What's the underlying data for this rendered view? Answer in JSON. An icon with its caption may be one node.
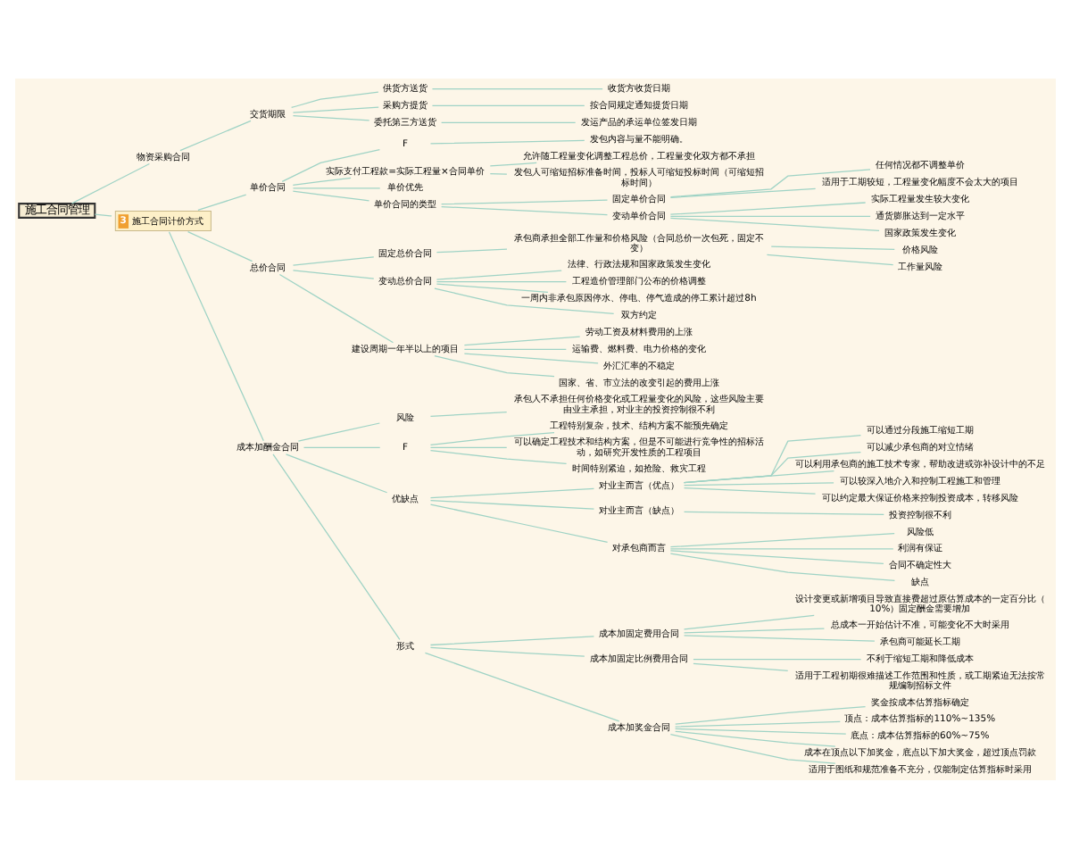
{
  "diagram": {
    "nodes": [
      {
        "text": [
          "施工合同管理"
        ]
      },
      {
        "text": [
          "物资采购合同"
        ]
      },
      {
        "text": [
          "交货期限"
        ]
      },
      {
        "text": [
          "供货方送货"
        ]
      },
      {
        "text": [
          "收货方收货日期"
        ]
      },
      {
        "text": [
          "采购方提货"
        ]
      },
      {
        "text": [
          "按合同规定通知提货日期"
        ]
      },
      {
        "text": [
          "委托第三方送货"
        ]
      },
      {
        "text": [
          "发运产品的承运单位签发日期"
        ]
      },
      {
        "text": [
          "3",
          "施工合同计价方式"
        ]
      },
      {
        "text": [
          "单价合同"
        ]
      },
      {
        "text": [
          "F"
        ]
      },
      {
        "text": [
          "发包内容与量不能明确。"
        ]
      },
      {
        "text": [
          "实际支付工程款=实际工程量×合同单价"
        ]
      },
      {
        "text": [
          "允许随工程量变化调整工程总价，工程量变化双方都不承担"
        ]
      },
      {
        "text": [
          "发包人可缩短招标准备时间，投标人可缩短投标时间（可缩短招标时间）"
        ]
      },
      {
        "text": [
          "单价优先"
        ]
      },
      {
        "text": [
          "单价合同的类型"
        ]
      },
      {
        "text": [
          "固定单价合同"
        ]
      },
      {
        "text": [
          "任何情况都不调整单价"
        ]
      },
      {
        "text": [
          "适用于工期较短，工程量变化幅度不会太大的项目"
        ]
      },
      {
        "text": [
          "变动单价合同"
        ]
      },
      {
        "text": [
          "实际工程量发生较大变化"
        ]
      },
      {
        "text": [
          "通货膨胀达到一定水平"
        ]
      },
      {
        "text": [
          "国家政策发生变化"
        ]
      },
      {
        "text": [
          "总价合同"
        ]
      },
      {
        "text": [
          "固定总价合同"
        ]
      },
      {
        "text": [
          "承包商承担全部工作量和价格风险（合同总价一次包死，固定不变）"
        ]
      },
      {
        "text": [
          "价格风险"
        ]
      },
      {
        "text": [
          "工作量风险"
        ]
      },
      {
        "text": [
          "变动总价合同"
        ]
      },
      {
        "text": [
          "法律、行政法规和国家政策发生变化"
        ]
      },
      {
        "text": [
          "工程造价管理部门公布的价格调整"
        ]
      },
      {
        "text": [
          "一周内非承包原因停水、停电、停气造成的停工累计超过8h"
        ]
      },
      {
        "text": [
          "双方约定"
        ]
      },
      {
        "text": [
          "建设周期一年半以上的项目"
        ]
      },
      {
        "text": [
          "劳动工资及材料费用的上涨"
        ]
      },
      {
        "text": [
          "运输费、燃料费、电力价格的变化"
        ]
      },
      {
        "text": [
          "外汇汇率的不稳定"
        ]
      },
      {
        "text": [
          "国家、省、市立法的改变引起的费用上涨"
        ]
      },
      {
        "text": [
          "成本加酬金合同"
        ]
      },
      {
        "text": [
          "风险"
        ]
      },
      {
        "text": [
          "承包人不承担任何价格变化或工程量变化的风险，这些风险主要由业主承担，对业主的投资控制很不利"
        ]
      },
      {
        "text": [
          "F"
        ]
      },
      {
        "text": [
          "工程特别复杂，技术、结构方案不能预先确定"
        ]
      },
      {
        "text": [
          "可以确定工程技术和结构方案，但是不可能进行竞争性的招标活动，如研究开发性质的工程项目"
        ]
      },
      {
        "text": [
          "时间特别紧迫，如抢险、救灾工程"
        ]
      },
      {
        "text": [
          "优缺点"
        ]
      },
      {
        "text": [
          "对业主而言（优点）"
        ]
      },
      {
        "text": [
          "可以通过分段施工缩短工期"
        ]
      },
      {
        "text": [
          "可以减少承包商的对立情绪"
        ]
      },
      {
        "text": [
          "可以利用承包商的施工技术专家，帮助改进或弥补设计中的不足"
        ]
      },
      {
        "text": [
          "可以较深入地介入和控制工程施工和管理"
        ]
      },
      {
        "text": [
          "可以约定最大保证价格来控制投资成本，转移风险"
        ]
      },
      {
        "text": [
          "对业主而言（缺点）"
        ]
      },
      {
        "text": [
          "投资控制很不利"
        ]
      },
      {
        "text": [
          "对承包商而言"
        ]
      },
      {
        "text": [
          "风险低"
        ]
      },
      {
        "text": [
          "利润有保证"
        ]
      },
      {
        "text": [
          "合同不确定性大"
        ]
      },
      {
        "text": [
          "缺点"
        ]
      },
      {
        "text": [
          "形式"
        ]
      },
      {
        "text": [
          "成本加固定费用合同"
        ]
      },
      {
        "text": [
          "设计变更或新增项目导致直接费超过原估算成本的一定百分比（10%）固定酬金需要增加"
        ]
      },
      {
        "text": [
          "总成本一开始估计不准，可能变化不大时采用"
        ]
      },
      {
        "text": [
          "承包商可能延长工期"
        ]
      },
      {
        "text": [
          "成本加固定比例费用合同"
        ]
      },
      {
        "text": [
          "不利于缩短工期和降低成本"
        ]
      },
      {
        "text": [
          "适用于工程初期很难描述工作范围和性质，或工期紧迫无法按常规编制招标文件"
        ]
      },
      {
        "text": [
          "成本加奖金合同"
        ]
      },
      {
        "text": [
          "奖金按成本估算指标确定"
        ]
      },
      {
        "text": [
          "顶点：成本估算指标的110%~135%"
        ]
      },
      {
        "text": [
          "底点：成本估算指标的60%~75%"
        ]
      },
      {
        "text": [
          "成本在顶点以下加奖金，底点以下加大奖金，超过顶点罚款"
        ]
      },
      {
        "text": [
          "适用于图纸和规范准备不充分，仅能制定估算指标时采用"
        ]
      }
    ],
    "edges": [
      {
        "from": 0,
        "to": 1,
        "arrow": "none"
      },
      {
        "from": 1,
        "to": 2,
        "arrow": "none"
      },
      {
        "from": 2,
        "to": 3,
        "arrow": "none"
      },
      {
        "from": 3,
        "to": 4,
        "arrow": "none"
      },
      {
        "from": 2,
        "to": 5,
        "arrow": "none"
      },
      {
        "from": 5,
        "to": 6,
        "arrow": "none"
      },
      {
        "from": 2,
        "to": 7,
        "arrow": "none"
      },
      {
        "from": 7,
        "to": 8,
        "arrow": "none"
      },
      {
        "from": 0,
        "to": 9,
        "arrow": "none"
      },
      {
        "from": 9,
        "to": 10,
        "arrow": "none"
      },
      {
        "from": 10,
        "to": 11,
        "arrow": "none"
      },
      {
        "from": 11,
        "to": 12,
        "arrow": "none"
      },
      {
        "from": 10,
        "to": 13,
        "arrow": "none"
      },
      {
        "from": 13,
        "to": 14,
        "arrow": "none"
      },
      {
        "from": 13,
        "to": 15,
        "arrow": "none"
      },
      {
        "from": 10,
        "to": 16,
        "arrow": "none"
      },
      {
        "from": 10,
        "to": 17,
        "arrow": "none"
      },
      {
        "from": 17,
        "to": 18,
        "arrow": "none"
      },
      {
        "from": 18,
        "to": 19,
        "arrow": "none"
      },
      {
        "from": 18,
        "to": 20,
        "arrow": "none"
      },
      {
        "from": 17,
        "to": 21,
        "arrow": "none"
      },
      {
        "from": 21,
        "to": 22,
        "arrow": "none"
      },
      {
        "from": 21,
        "to": 23,
        "arrow": "none"
      },
      {
        "from": 21,
        "to": 24,
        "arrow": "none"
      },
      {
        "from": 9,
        "to": 25,
        "arrow": "none"
      },
      {
        "from": 25,
        "to": 26,
        "arrow": "none"
      },
      {
        "from": 26,
        "to": 27,
        "arrow": "none"
      },
      {
        "from": 27,
        "to": 28,
        "arrow": "none"
      },
      {
        "from": 27,
        "to": 29,
        "arrow": "none"
      },
      {
        "from": 25,
        "to": 30,
        "arrow": "none"
      },
      {
        "from": 30,
        "to": 31,
        "arrow": "none"
      },
      {
        "from": 30,
        "to": 32,
        "arrow": "none"
      },
      {
        "from": 30,
        "to": 33,
        "arrow": "none"
      },
      {
        "from": 30,
        "to": 34,
        "arrow": "none"
      },
      {
        "from": 25,
        "to": 35,
        "arrow": "none"
      },
      {
        "from": 35,
        "to": 36,
        "arrow": "none"
      },
      {
        "from": 35,
        "to": 37,
        "arrow": "none"
      },
      {
        "from": 35,
        "to": 38,
        "arrow": "none"
      },
      {
        "from": 35,
        "to": 39,
        "arrow": "none"
      },
      {
        "from": 9,
        "to": 40,
        "arrow": "none"
      },
      {
        "from": 40,
        "to": 41,
        "arrow": "none"
      },
      {
        "from": 41,
        "to": 42,
        "arrow": "none"
      },
      {
        "from": 40,
        "to": 43,
        "arrow": "none"
      },
      {
        "from": 43,
        "to": 44,
        "arrow": "none"
      },
      {
        "from": 43,
        "to": 45,
        "arrow": "none"
      },
      {
        "from": 43,
        "to": 46,
        "arrow": "none"
      },
      {
        "from": 40,
        "to": 47,
        "arrow": "none"
      },
      {
        "from": 47,
        "to": 48,
        "arrow": "none"
      },
      {
        "from": 48,
        "to": 49,
        "arrow": "none"
      },
      {
        "from": 48,
        "to": 50,
        "arrow": "none"
      },
      {
        "from": 48,
        "to": 51,
        "arrow": "none"
      },
      {
        "from": 48,
        "to": 52,
        "arrow": "none"
      },
      {
        "from": 48,
        "to": 53,
        "arrow": "none"
      },
      {
        "from": 47,
        "to": 54,
        "arrow": "none"
      },
      {
        "from": 54,
        "to": 55,
        "arrow": "none"
      },
      {
        "from": 47,
        "to": 56,
        "arrow": "none"
      },
      {
        "from": 56,
        "to": 57,
        "arrow": "none"
      },
      {
        "from": 56,
        "to": 58,
        "arrow": "none"
      },
      {
        "from": 56,
        "to": 59,
        "arrow": "none"
      },
      {
        "from": 56,
        "to": 60,
        "arrow": "none"
      },
      {
        "from": 40,
        "to": 61,
        "arrow": "none"
      },
      {
        "from": 61,
        "to": 62,
        "arrow": "none"
      },
      {
        "from": 62,
        "to": 63,
        "arrow": "none"
      },
      {
        "from": 62,
        "to": 64,
        "arrow": "none"
      },
      {
        "from": 62,
        "to": 65,
        "arrow": "none"
      },
      {
        "from": 61,
        "to": 66,
        "arrow": "none"
      },
      {
        "from": 66,
        "to": 67,
        "arrow": "none"
      },
      {
        "from": 66,
        "to": 68,
        "arrow": "none"
      },
      {
        "from": 61,
        "to": 69,
        "arrow": "none"
      },
      {
        "from": 69,
        "to": 70,
        "arrow": "none"
      },
      {
        "from": 69,
        "to": 71,
        "arrow": "none"
      },
      {
        "from": 69,
        "to": 72,
        "arrow": "none"
      },
      {
        "from": 69,
        "to": 73,
        "arrow": "none"
      },
      {
        "from": 69,
        "to": 74,
        "arrow": "none"
      }
    ]
  }
}
